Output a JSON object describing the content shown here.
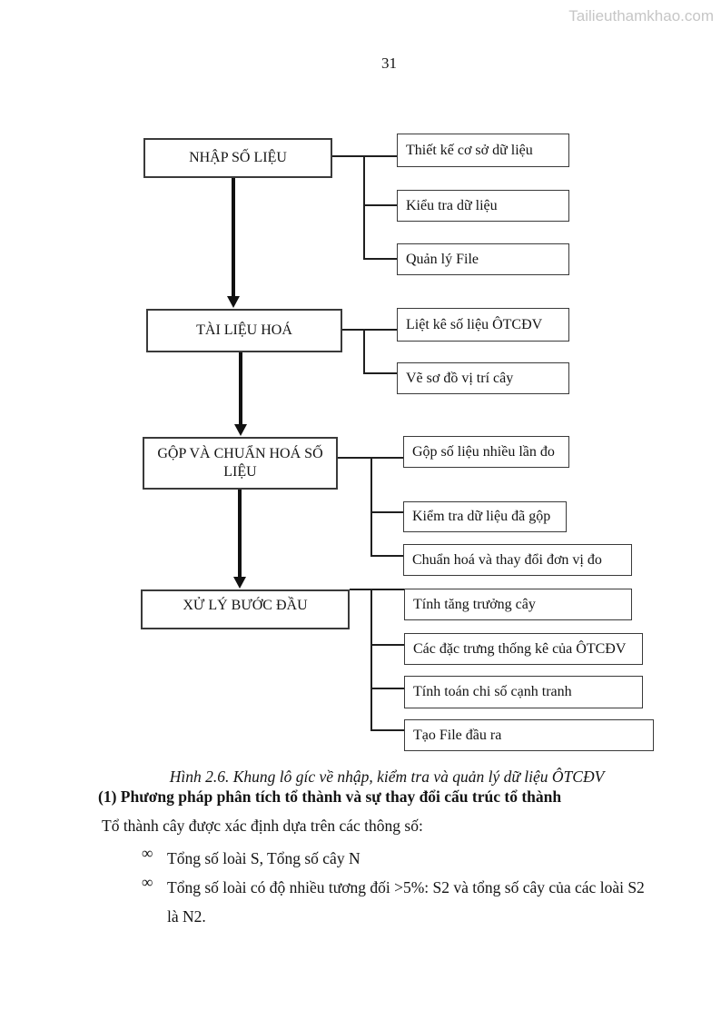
{
  "page": {
    "watermark": "Tailieuthamkhao.com",
    "page_number": "31"
  },
  "figure": {
    "caption": "Hình 2.6. Khung lô gíc về nhập, kiểm tra và quản lý dữ liệu ÔTCĐV",
    "stages": [
      {
        "label": "NHẬP SỐ LIỆU",
        "children": [
          "Thiết kế cơ sở dữ liệu",
          "Kiểu tra dữ liệu",
          "Quản lý File"
        ]
      },
      {
        "label": "TÀI LIỆU HOÁ",
        "children": [
          "Liệt kê số liệu ÔTCĐV",
          "Vẽ sơ đồ vị trí cây"
        ]
      },
      {
        "label": "GỘP VÀ CHUẨN HOÁ SỐ LIỆU",
        "children": [
          "Gộp số liệu nhiều lần đo",
          "Kiểm tra dữ liệu đã gộp",
          "Chuẩn hoá và thay đổi đơn vị đo"
        ]
      },
      {
        "label": "XỬ LÝ BƯỚC ĐẦU",
        "children": [
          "Tính tăng trưởng cây",
          "Các đặc trưng thống kê của ÔTCĐV",
          "Tính toán chi số cạnh tranh",
          "Tạo File đầu ra"
        ]
      }
    ]
  },
  "body": {
    "heading": "(1) Phương pháp phân tích tổ thành và sự thay đổi cấu trúc tổ thành",
    "intro": "Tổ thành cây được xác định dựa trên các thông số:",
    "bullet_marker": "∞",
    "bullets": [
      "Tổng số loài S, Tổng số cây N",
      "Tổng số loài có độ nhiều tương đối >5%: S2 và tổng số cây của các loài S2 là N2."
    ]
  },
  "colors": {
    "background": "#ffffff",
    "text": "#141414",
    "box_border": "#3a3a3a",
    "connector_line": "#1f1f1f",
    "watermark": "#c6c6c6"
  }
}
